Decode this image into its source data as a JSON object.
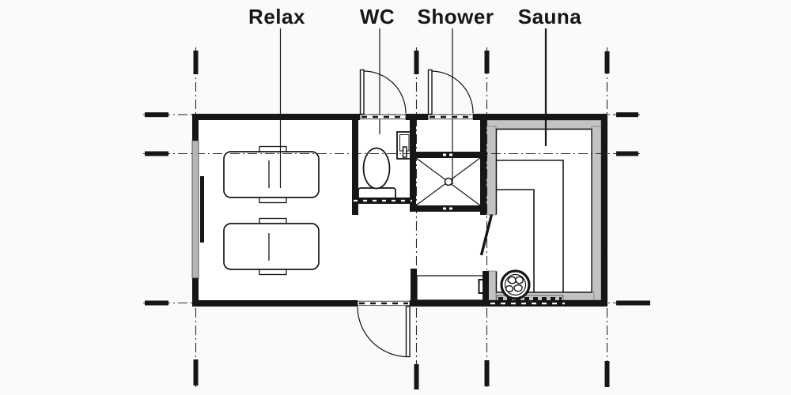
{
  "plan": {
    "labels": {
      "relax": {
        "text": "Relax"
      },
      "wc": {
        "text": "WC"
      },
      "shower": {
        "text": "Shower"
      },
      "sauna": {
        "text": "Sauna"
      }
    },
    "colors": {
      "ink": "#161616",
      "liner_gray": "#c3c3c3",
      "window_gray": "#b5b5b5",
      "background": "#fafaf8",
      "paper": "#ffffff"
    }
  }
}
